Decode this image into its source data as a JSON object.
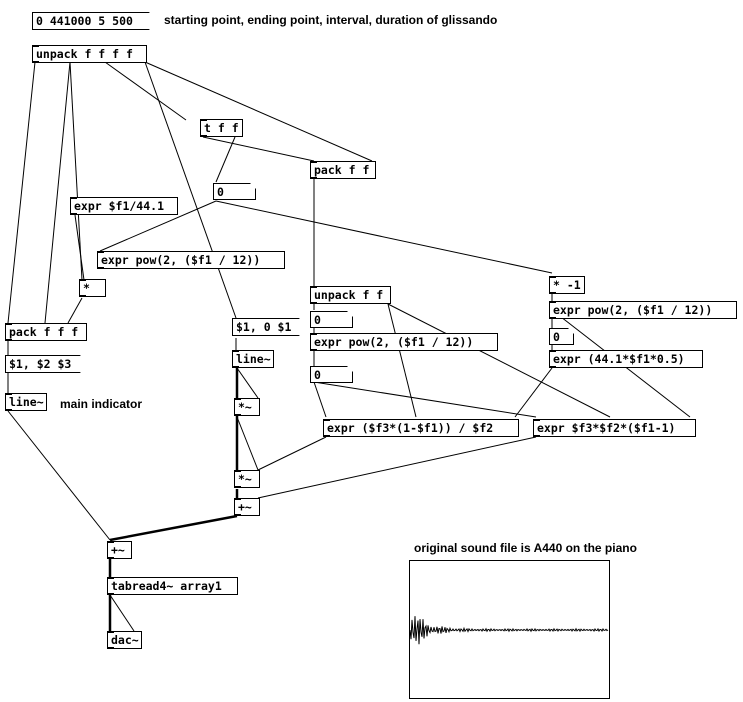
{
  "messages": {
    "glissando_params": "0 441000 5 500",
    "msg_line_args": "$1, $2 $3",
    "msg_ramp": "$1, 0 $1"
  },
  "objects": {
    "unpack4": "unpack f f f f",
    "tff": "t f f",
    "pack2": "pack f f",
    "expr_div": "expr $f1/44.1",
    "expr_pow_a": "expr pow(2, ($f1 / 12))",
    "mult_a": "*",
    "pack3": "pack f f f",
    "line_main": "line~",
    "msg_ramp_label": "$1, 0 $1",
    "line_b": "line~",
    "mult_sig_a": "*~",
    "mult_sig_b": "*~",
    "add_sig_a": "+~",
    "unpack2": "unpack f f",
    "expr_pow_b": "expr pow(2, ($f1 / 12))",
    "mul_neg": "* -1",
    "expr_pow_c": "expr pow(2, ($f1 / 12))",
    "expr_441": "expr (44.1*$f1*0.5)",
    "expr_ratio": "expr ($f3*(1-$f1)) / $f2",
    "expr_prod": "expr $f3*$f2*($f1-1)",
    "add_sig_b": "+~",
    "tabread": "tabread4~ array1",
    "dac": "dac~"
  },
  "numbers": {
    "num_a": "0",
    "num_b": "0",
    "num_c": "0",
    "num_d": "0"
  },
  "comments": {
    "header": "starting point, ending point, interval, duration of  glissando",
    "main_indicator": "main indicator",
    "sound_file": "original sound file is A440 on the piano"
  }
}
